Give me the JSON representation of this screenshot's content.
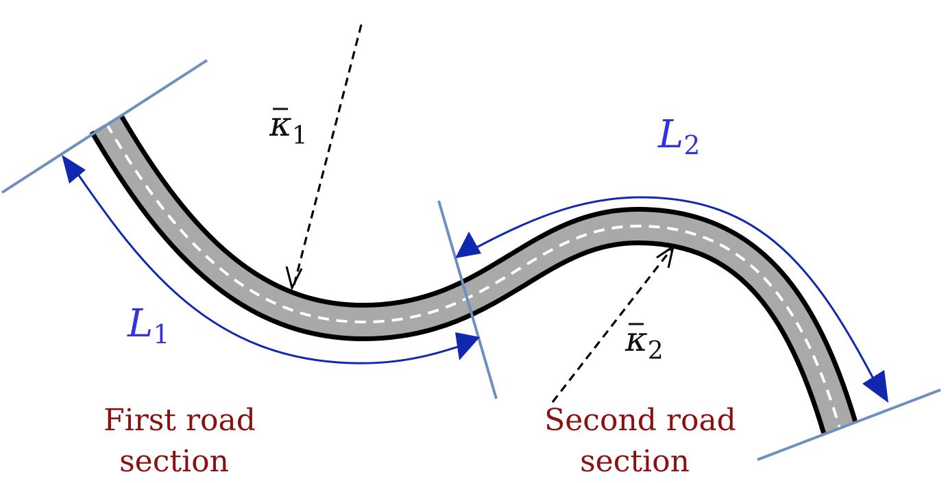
{
  "labels": {
    "kappa1": {
      "symbol": "κ",
      "subscript": "1"
    },
    "kappa2": {
      "symbol": "κ",
      "subscript": "2"
    },
    "L1": {
      "symbol": "L",
      "subscript": "1"
    },
    "L2": {
      "symbol": "L",
      "subscript": "2"
    }
  },
  "sections": {
    "first": {
      "line1": "First road",
      "line2": "section"
    },
    "second": {
      "line1": "Second road",
      "line2": "section"
    }
  },
  "colors": {
    "road_edge": "#000000",
    "road_fill": "#a9a9a9",
    "center_dash": "#ffffff",
    "boundary_line": "#6f8fbf",
    "length_arrow": "#1028b0",
    "length_label": "#3333dd",
    "caption": "#8b1010"
  }
}
